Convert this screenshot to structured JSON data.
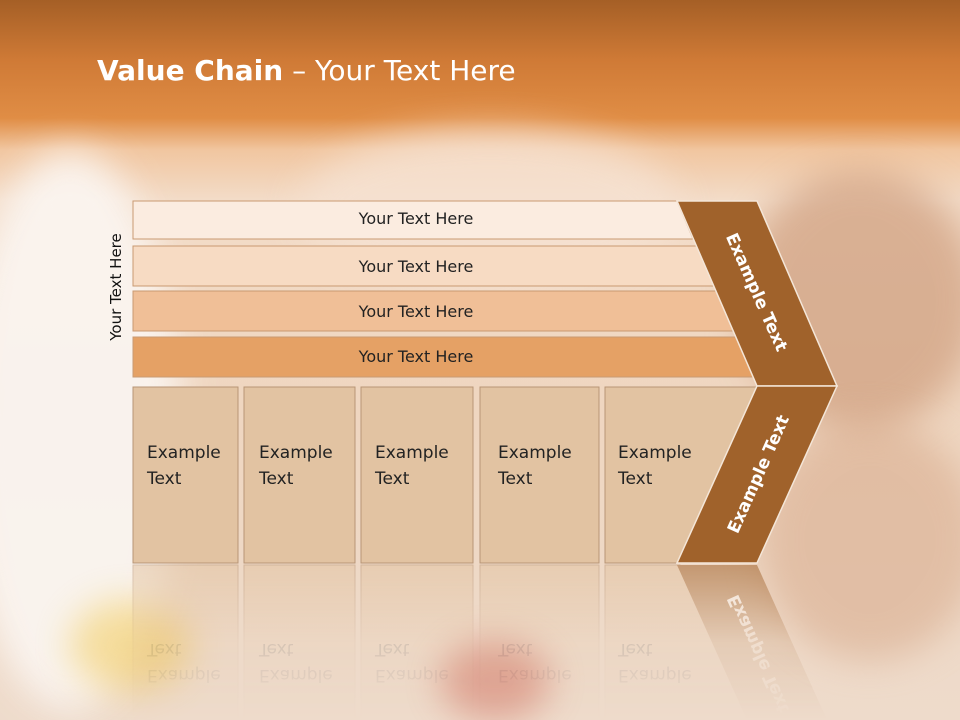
{
  "slide": {
    "title_bold": "Value Chain",
    "title_rest": " – Your Text Here",
    "side_label": "Your Text Here"
  },
  "bars": [
    {
      "label": "Your Text Here",
      "color": "#fbece0"
    },
    {
      "label": "Your Text Here",
      "color": "#f7dbc3"
    },
    {
      "label": "Your Text Here",
      "color": "#f0bf97"
    },
    {
      "label": "Your Text Here",
      "color": "#e5a165"
    }
  ],
  "boxes": [
    {
      "line1": "Example",
      "line2": "Text"
    },
    {
      "line1": "Example",
      "line2": "Text"
    },
    {
      "line1": "Example",
      "line2": "Text"
    },
    {
      "line1": "Example",
      "line2": "Text"
    },
    {
      "line1": "Example",
      "line2": "Text"
    }
  ],
  "arrow": {
    "top_label": "Example Text",
    "bottom_label": "Example Text",
    "color": "#a0622b"
  },
  "colors": {
    "box_fill": "#e2c3a2",
    "box_stroke": "#b89576",
    "header_orange": "#d9843e"
  }
}
